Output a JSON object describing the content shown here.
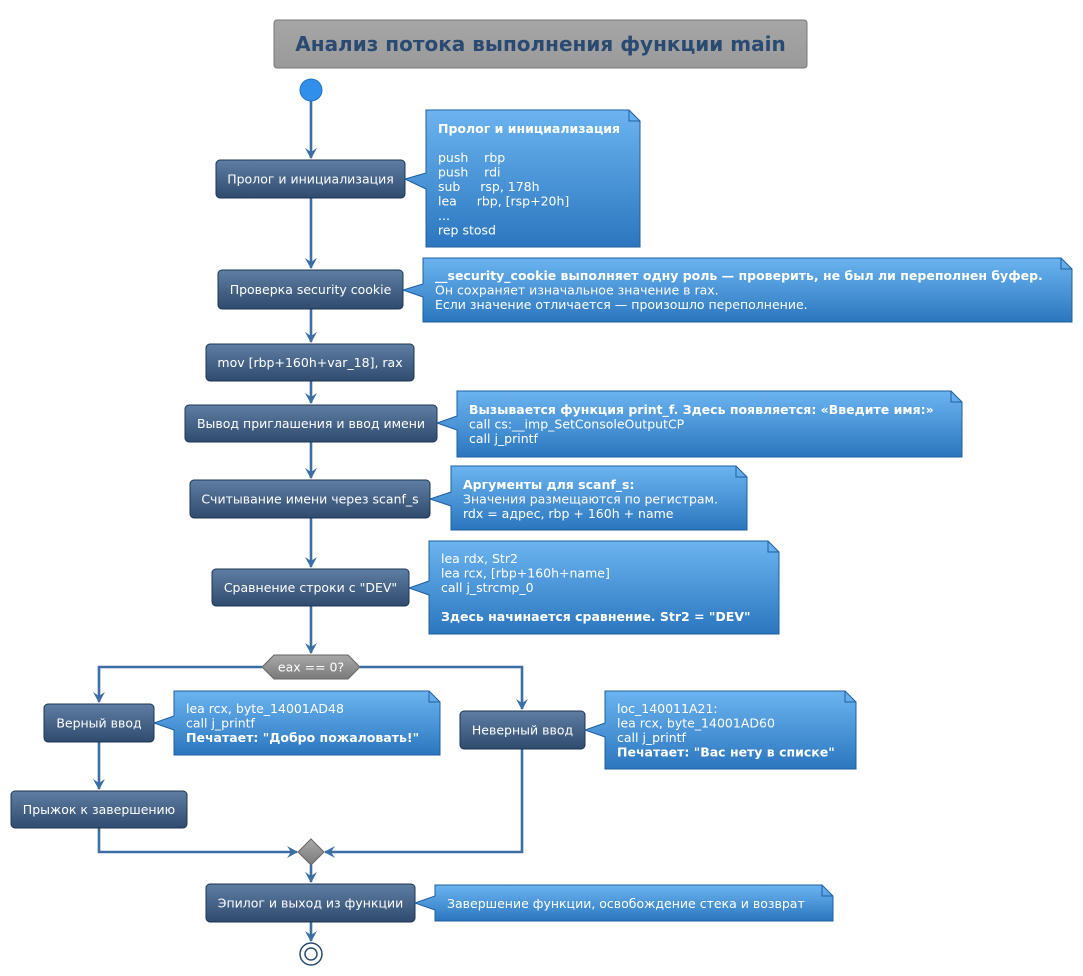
{
  "title": "Анализ потока выполнения функции main",
  "activities": {
    "prolog": "Пролог и инициализация",
    "cookie": "Проверка security cookie",
    "mov": "mov [rbp+160h+var_18], rax",
    "prompt": "Вывод приглашения и ввод имени",
    "scanf": "Считывание имени через scanf_s",
    "compare": "Сравнение строки с \"DEV\"",
    "correct": "Верный ввод",
    "jump": "Прыжок к завершению",
    "wrong": "Неверный ввод",
    "epilog": "Эпилог и выход из функции"
  },
  "decision": "eax == 0?",
  "notes": {
    "prolog": [
      {
        "text": "Пролог и инициализация",
        "bold": true
      },
      {
        "text": "",
        "bold": false
      },
      {
        "text": "push    rbp",
        "bold": false
      },
      {
        "text": "push    rdi",
        "bold": false
      },
      {
        "text": "sub     rsp, 178h",
        "bold": false
      },
      {
        "text": "lea     rbp, [rsp+20h]",
        "bold": false
      },
      {
        "text": "...",
        "bold": false
      },
      {
        "text": "rep stosd",
        "bold": false
      }
    ],
    "cookie": [
      {
        "text": "__security_cookie выполняет одну роль — проверить, не был ли переполнен буфер.",
        "bold": true
      },
      {
        "text": "Он сохраняет изначальное значение в rax.",
        "bold": false
      },
      {
        "text": "Если значение отличается — произошло переполнение.",
        "bold": false
      }
    ],
    "prompt": [
      {
        "text": "Вызывается функция print_f. Здесь появляется: «Введите имя:»",
        "bold": true
      },
      {
        "text": "call cs:__imp_SetConsoleOutputCP",
        "bold": false
      },
      {
        "text": "call j_printf",
        "bold": false
      }
    ],
    "scanf": [
      {
        "text": "Аргументы для scanf_s:",
        "bold": true
      },
      {
        "text": "Значения размещаются по регистрам.",
        "bold": false
      },
      {
        "text": "rdx = адрес, rbp + 160h + name",
        "bold": false
      }
    ],
    "compare": [
      {
        "text": "lea rdx, Str2",
        "bold": false
      },
      {
        "text": "lea rcx, [rbp+160h+name]",
        "bold": false
      },
      {
        "text": "call j_strcmp_0",
        "bold": false
      },
      {
        "text": "",
        "bold": false
      },
      {
        "text": "Здесь начинается сравнение. Str2 = \"DEV\"",
        "bold": true
      }
    ],
    "correct": [
      {
        "text": "lea rcx, byte_14001AD48",
        "bold": false
      },
      {
        "text": "call j_printf",
        "bold": false
      },
      {
        "text": "Печатает: \"Добро пожаловать!\"",
        "bold": true
      }
    ],
    "wrong": [
      {
        "text": "loc_140011A21:",
        "bold": false
      },
      {
        "text": "lea rcx, byte_14001AD60",
        "bold": false
      },
      {
        "text": "call j_printf",
        "bold": false
      },
      {
        "text": "Печатает: \"Вас нету в списке\"",
        "bold": true
      }
    ],
    "epilog": [
      {
        "text": "Завершение функции, освобождение стека и возврат",
        "bold": false
      }
    ]
  },
  "colors": {
    "activity_top": "#5f7ea3",
    "activity_bottom": "#2f4b6e",
    "note_top": "#6cb4f0",
    "note_bottom": "#2b76bf",
    "flow": "#3a6ea5",
    "start": "#2f8fea",
    "title_bg": "#a0a0a0"
  }
}
